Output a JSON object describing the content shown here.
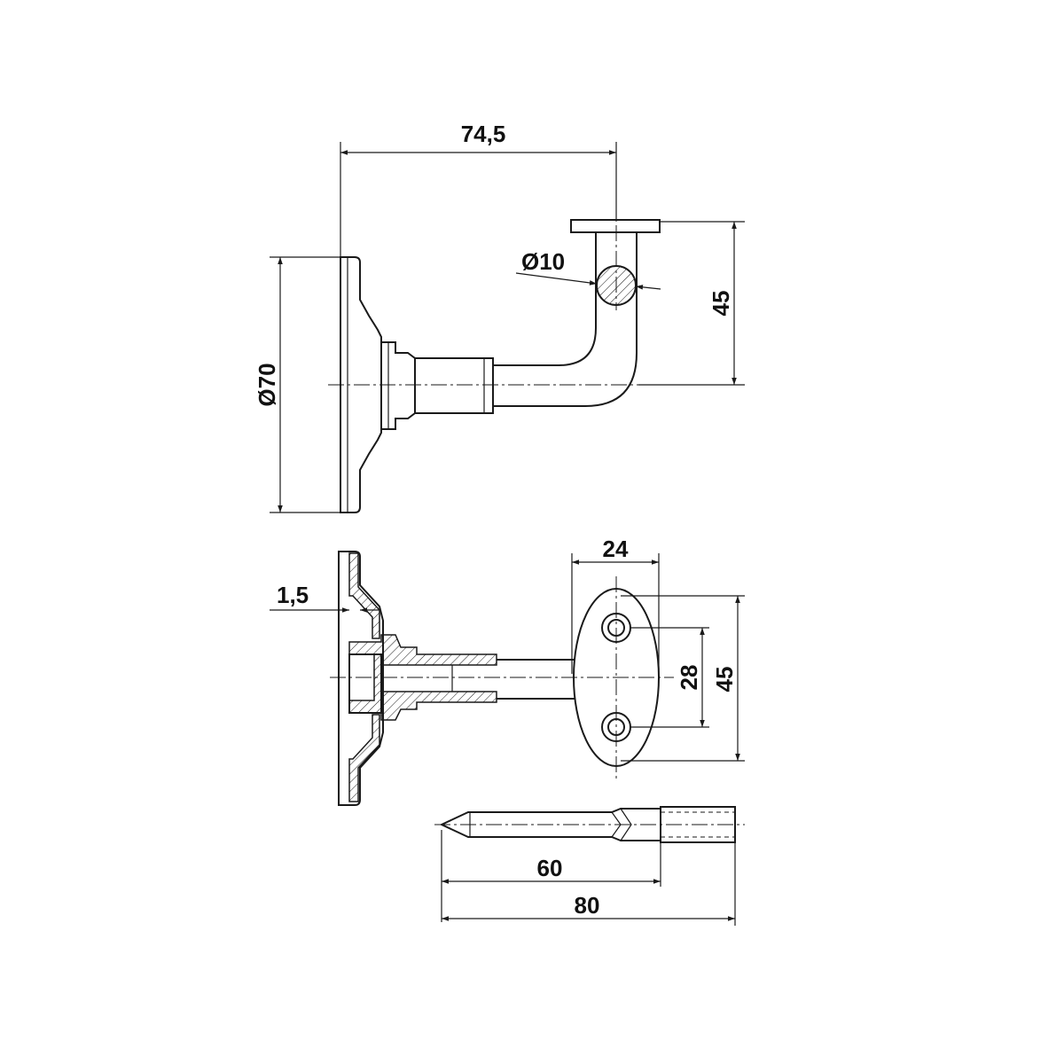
{
  "colors": {
    "line": "#1a1a1a",
    "background": "#ffffff"
  },
  "dimensions": {
    "bracket_reach": "74,5",
    "rail_diameter": "Ø10",
    "bracket_height_side": "45",
    "rose_diameter": "Ø70",
    "plate_thickness": "1,5",
    "saddle_width": "24",
    "hole_spacing": "28",
    "saddle_length": "45",
    "screw_thread_length": "60",
    "screw_total_length": "80"
  }
}
